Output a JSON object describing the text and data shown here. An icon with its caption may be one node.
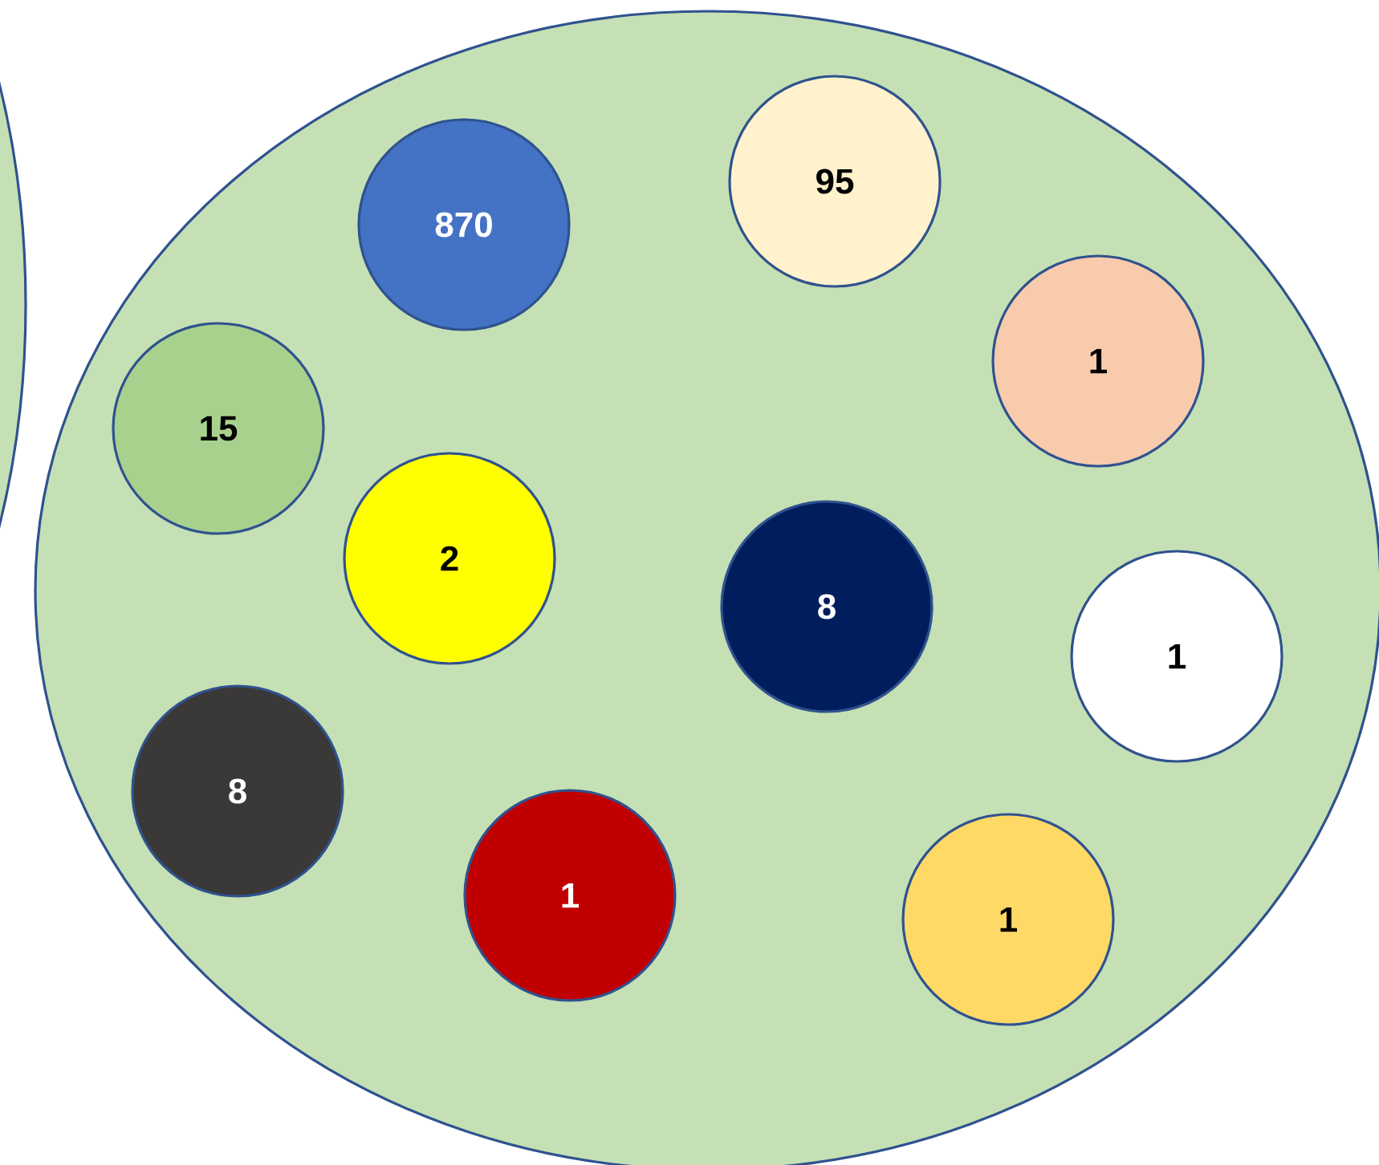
{
  "diagram": {
    "nodes": [
      {
        "text": [],
        "shape": "ellipse"
      },
      {
        "text": [],
        "shape": "ellipse"
      },
      {
        "text": [
          "95"
        ],
        "in": 1
      },
      {
        "text": [
          "870"
        ],
        "in": 1
      },
      {
        "text": [
          "1"
        ],
        "in": 1
      },
      {
        "text": [
          "15"
        ],
        "in": 1
      },
      {
        "text": [
          "2"
        ],
        "in": 1
      },
      {
        "text": [
          "8"
        ],
        "in": 1
      },
      {
        "text": [
          "1"
        ],
        "in": 1
      },
      {
        "text": [
          "8"
        ],
        "in": 1
      },
      {
        "text": [
          "1"
        ],
        "in": 1
      },
      {
        "text": [
          "1"
        ],
        "in": 1
      }
    ]
  }
}
